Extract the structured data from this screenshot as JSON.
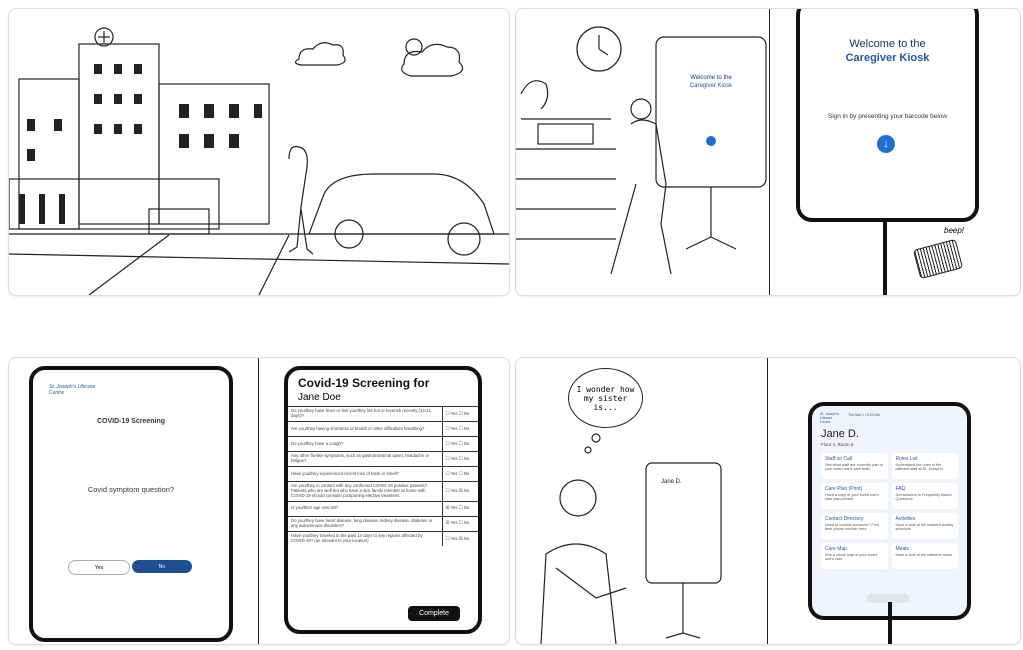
{
  "panel2": {
    "kiosk_title_1": "Welcome to the",
    "kiosk_title_2": "Caregiver Kiosk",
    "kiosk_subtitle": "Sign in by presenting your barcode below",
    "beep": "beep!"
  },
  "panel3": {
    "logo": "St. Joseph's Lifecare Centre",
    "screen_title": "COVID-19 Screening",
    "question": "Covid symptom question?",
    "yes_label": "Yes",
    "no_label": "No",
    "form_title": "Covid-19 Screening for",
    "patient_name": "Jane Doe",
    "questions": [
      {
        "text": "Do you/they have fever or feel you/they felt hot or feverish recently (14-21 days)?",
        "yes": false,
        "no": false
      },
      {
        "text": "Are you/they having shortness of breath or other difficulties breathing?",
        "yes": false,
        "no": false
      },
      {
        "text": "Do you/they have a cough?",
        "yes": false,
        "no": false
      },
      {
        "text": "Any other flu-like symptoms, such as gastrointestinal upset, headache or fatigue?",
        "yes": false,
        "no": false
      },
      {
        "text": "Have you/they experienced recent loss of taste or smell?",
        "yes": false,
        "no": false
      },
      {
        "text": "Are you/they in contact with any confirmed COVID-19 positive patients? Patients who are well but who have a sick family member at home with COVID-19 should consider postponing elective treatment.",
        "yes": false,
        "no": true
      },
      {
        "text": "Is you/their age over 60?",
        "yes": true,
        "no": false
      },
      {
        "text": "Do you/they have heart disease, lung disease, kidney disease, diabetes or any autoimmune disorders?",
        "yes": true,
        "no": false
      },
      {
        "text": "Have you/they traveled in the past 14 days to any regions affected by COVID-19? (as relevant to your location)",
        "yes": false,
        "no": true
      }
    ],
    "yes_opt": "Yes",
    "no_opt": "No",
    "complete_label": "Complete"
  },
  "panel4": {
    "thought": "I wonder how my sister is...",
    "patient": "Jane D.",
    "room": "Floor 4, Room 6",
    "header_date": "Thu Mar 1  10:00 AM",
    "tiles": [
      {
        "title": "Staff on Call",
        "desc": "See what staff are currently part of your loved one's care team"
      },
      {
        "title": "Roles List",
        "desc": "Understand the roles of the different staff at St. Joseph's"
      },
      {
        "title": "Care Plan (Print)",
        "desc": "Have a copy of your loved one's care plan printed"
      },
      {
        "title": "FAQ",
        "desc": "Get answers to Frequently Asked Questions"
      },
      {
        "title": "Contact Directory",
        "desc": "Need to contact someone? Find their phone number here"
      },
      {
        "title": "Activities",
        "desc": "Have a look at the resident activity schedule"
      },
      {
        "title": "Care Map",
        "desc": "See a visual map of your loved one's care"
      },
      {
        "title": "Meals",
        "desc": "Have a look at the cafeteria menu"
      }
    ]
  },
  "colors": {
    "brand": "#1f5a9e",
    "button": "#1e4f8e"
  }
}
